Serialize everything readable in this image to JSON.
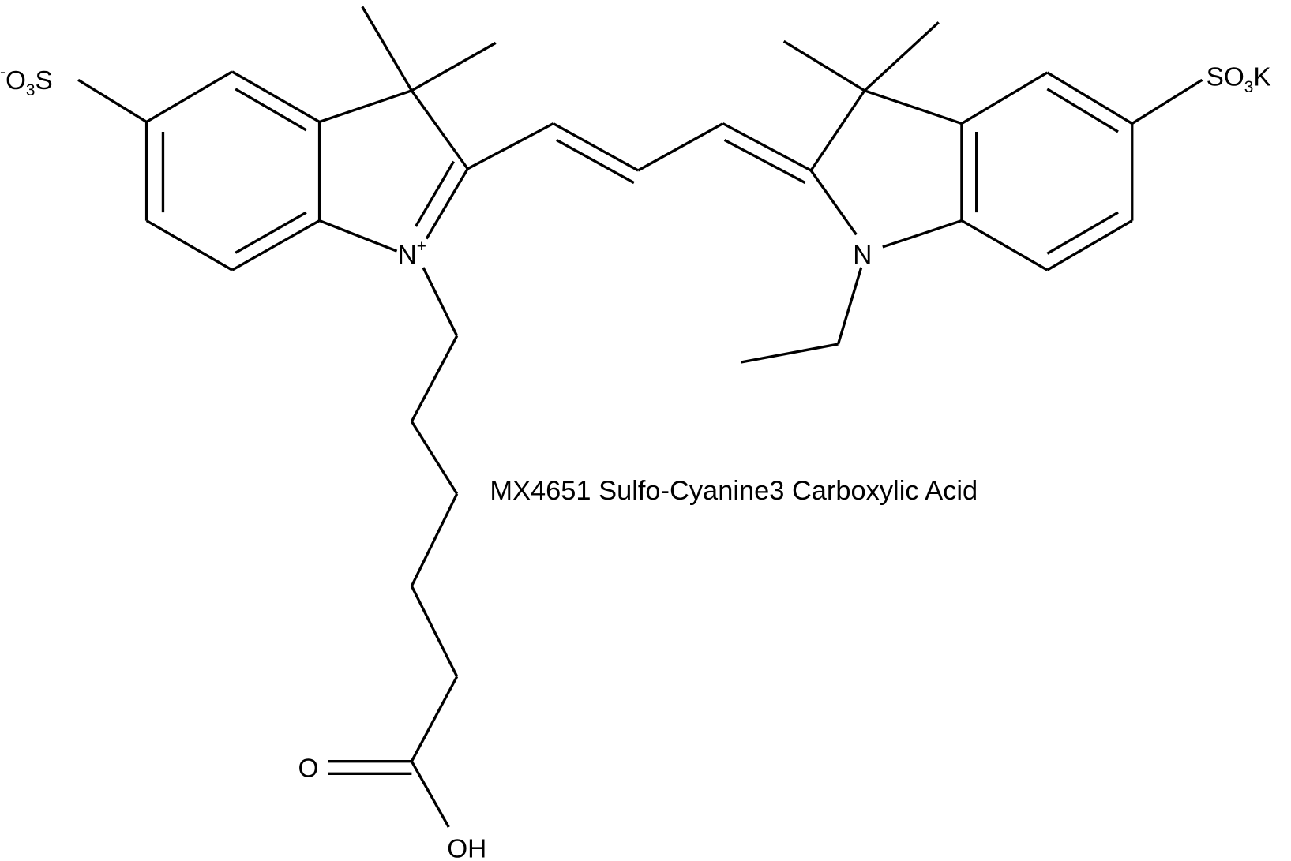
{
  "compound": {
    "caption": "MX4651 Sulfo-Cyanine3 Carboxylic Acid",
    "left_sulfonate": {
      "charge": "-",
      "o": "O",
      "count": "3",
      "s": "S"
    },
    "right_sulfonate": {
      "so": "SO",
      "count": "3",
      "k": "K"
    },
    "n_plus": {
      "symbol": "N",
      "charge": "+"
    },
    "n_neutral": "N",
    "carbonyl_o": "O",
    "hydroxyl": "OH"
  },
  "colors": {
    "line": "#000000",
    "background": "#ffffff"
  }
}
